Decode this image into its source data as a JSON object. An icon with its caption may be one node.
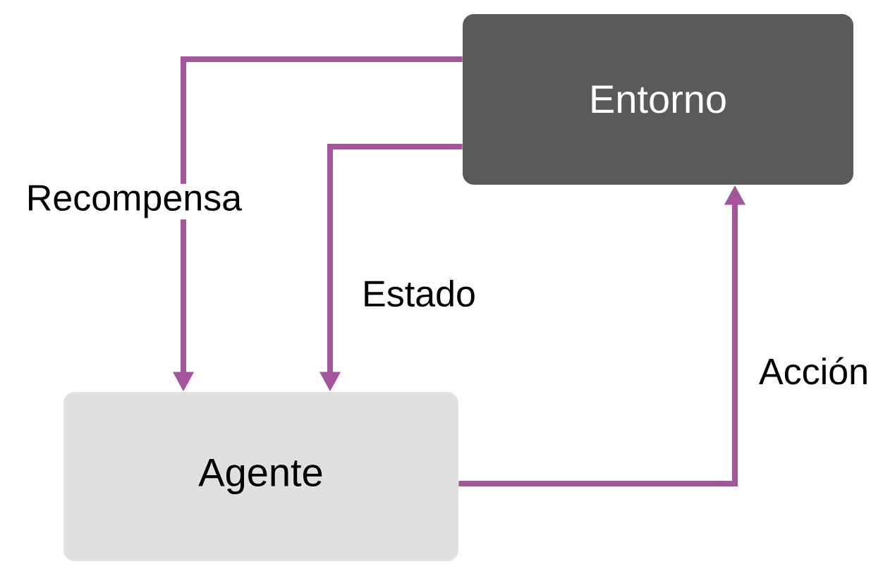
{
  "diagram": {
    "nodes": [
      {
        "text": [
          "Entorno"
        ]
      },
      {
        "text": [
          "Agente"
        ]
      }
    ],
    "edges": [
      {
        "from": 0,
        "to": 1,
        "arrow": "to",
        "label": "Recompensa"
      },
      {
        "from": 0,
        "to": 1,
        "arrow": "to",
        "label": "Estado"
      },
      {
        "from": 1,
        "to": 0,
        "arrow": "to",
        "label": "Acción"
      }
    ]
  }
}
